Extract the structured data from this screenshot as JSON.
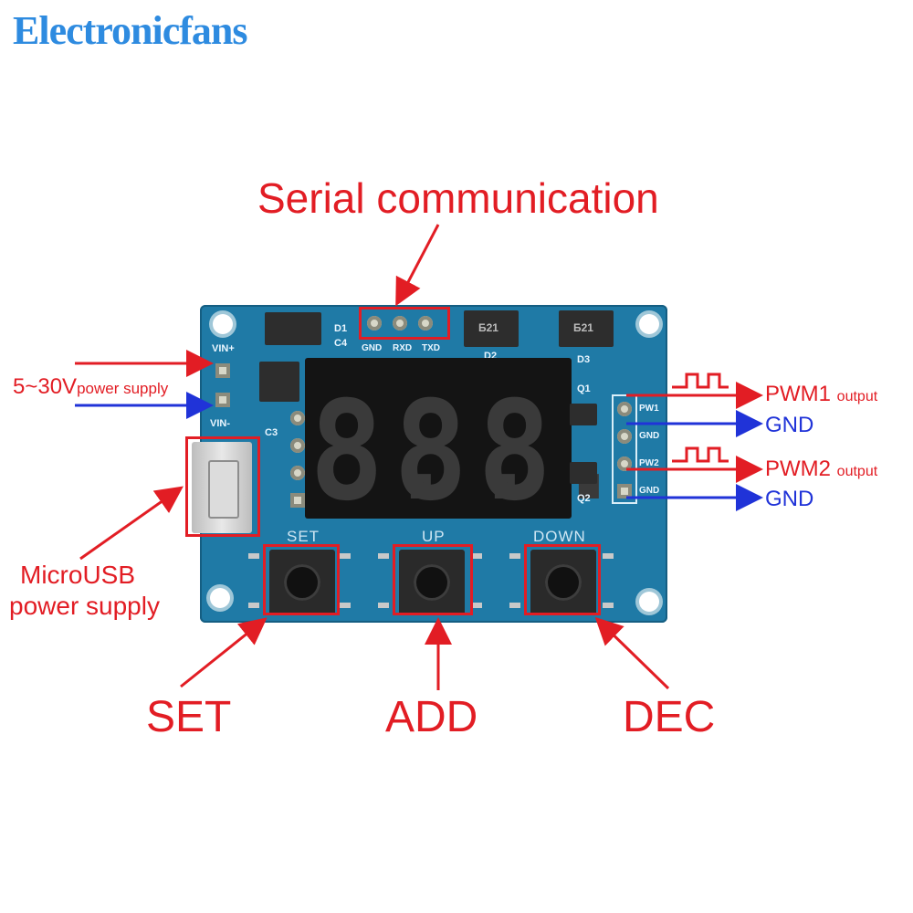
{
  "brand": {
    "name": "Electronicfans"
  },
  "callouts": {
    "serial": "Serial communication",
    "power_voltage": "5~30V",
    "power_supply": "power supply",
    "microusb_line1": "MicroUSB",
    "microusb_line2": "power supply",
    "pwm1": "PWM1",
    "pwm1_suffix": "output",
    "gnd1": "GND",
    "pwm2": "PWM2",
    "pwm2_suffix": "output",
    "gnd2": "GND",
    "set": "SET",
    "add": "ADD",
    "dec": "DEC"
  },
  "silkscreen": {
    "d1": "D1",
    "c4": "C4",
    "gnd": "GND",
    "rxd": "RXD",
    "txd": "TXD",
    "d2": "D2",
    "d3": "D3",
    "d2_chip": "Б21",
    "d3_chip": "Б21",
    "vin_plus": "VIN+",
    "vin_minus": "VIN-",
    "c3": "C3",
    "q1": "Q1",
    "q2": "Q2",
    "pw1": "PW1",
    "gnd_a": "GND",
    "pw2": "PW2",
    "gnd_b": "GND",
    "btn_set": "SET",
    "btn_up": "UP",
    "btn_down": "DOWN"
  },
  "display": {
    "digits": [
      "8.",
      "8.",
      "8."
    ]
  },
  "colors": {
    "callout_red": "#e21d24",
    "callout_blue": "#2033d8",
    "pcb": "#1f7aa6",
    "brand": "#2e8be0"
  }
}
